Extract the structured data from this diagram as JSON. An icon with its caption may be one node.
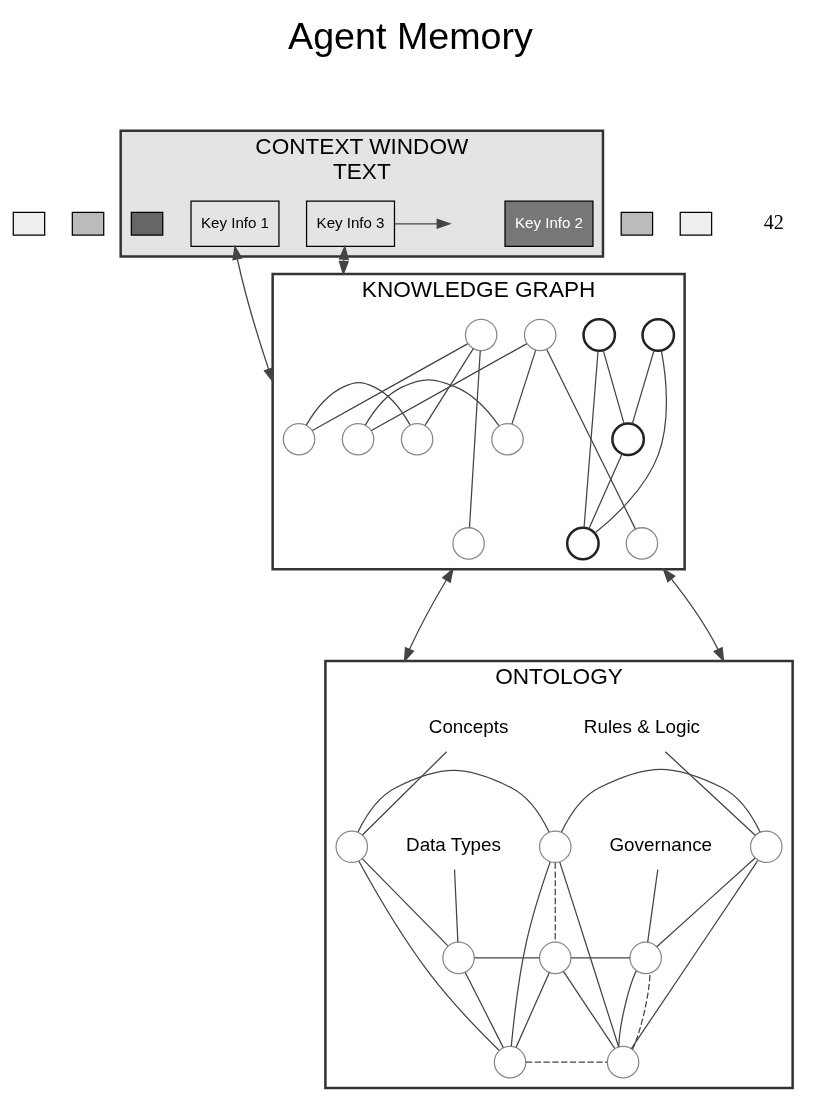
{
  "diagram": {
    "title": "Agent Memory",
    "nodes": [
      {
        "text": [],
        "shape": "box"
      },
      {
        "text": [],
        "shape": "box"
      },
      {
        "text": [
          "CONTEXT WINDOW",
          "TEXT"
        ]
      },
      {
        "text": [],
        "shape": "box",
        "in": 2
      },
      {
        "text": [
          "Key Info 1"
        ],
        "in": 2
      },
      {
        "text": [
          "Key Info 2"
        ],
        "in": 2
      },
      {
        "text": [
          "Key Info 3"
        ],
        "in": 2
      },
      {
        "text": [],
        "shape": "box"
      },
      {
        "text": [],
        "shape": "box"
      },
      {
        "text": [
          "KNOWLEDGE GRAPH"
        ]
      },
      {
        "text": [],
        "shape": "circle",
        "in": 9
      },
      {
        "text": [],
        "shape": "circle",
        "in": 9
      },
      {
        "text": [],
        "shape": "circle",
        "in": 9
      },
      {
        "text": [],
        "shape": "circle",
        "in": 9
      },
      {
        "text": [],
        "shape": "circle",
        "in": 9
      },
      {
        "text": [],
        "shape": "circle",
        "in": 9
      },
      {
        "text": [],
        "shape": "circle",
        "in": 9
      },
      {
        "text": [],
        "shape": "circle",
        "in": 9
      },
      {
        "text": [],
        "shape": "circle",
        "in": 9
      },
      {
        "text": [],
        "shape": "circle",
        "in": 9
      },
      {
        "text": [],
        "shape": "circle",
        "in": 9
      },
      {
        "text": [],
        "shape": "circle",
        "in": 9
      },
      {
        "text": [
          "ONTOLOGY"
        ]
      },
      {
        "text": [],
        "shape": "circle",
        "in": 22
      },
      {
        "text": [],
        "shape": "circle",
        "in": 22
      },
      {
        "text": [],
        "shape": "circle",
        "in": 22
      },
      {
        "text": [],
        "shape": "circle",
        "in": 22
      },
      {
        "text": [],
        "shape": "circle",
        "in": 22
      },
      {
        "text": [],
        "shape": "circle",
        "in": 22
      },
      {
        "text": [],
        "shape": "circle",
        "in": 22
      },
      {
        "text": [],
        "shape": "circle",
        "in": 22
      },
      {
        "text": [
          "Concepts"
        ],
        "in": 22
      },
      {
        "text": [
          "Data Types"
        ],
        "in": 22
      },
      {
        "text": [
          "Rules & Logic"
        ],
        "in": 22
      },
      {
        "text": [
          "Governance"
        ],
        "in": 22
      }
    ],
    "edges": [
      {
        "from": 6,
        "to": null,
        "arrow": "to"
      },
      {
        "from": 4,
        "to": 9,
        "arrow": "both"
      },
      {
        "from": 6,
        "to": 9,
        "arrow": "both"
      },
      {
        "from": 11,
        "to": 14,
        "arrow": "none"
      },
      {
        "from": 11,
        "to": 10,
        "arrow": "none"
      },
      {
        "from": 10,
        "to": 14,
        "arrow": "none"
      },
      {
        "from": 10,
        "to": 12,
        "arrow": "none"
      },
      {
        "from": 13,
        "to": 15,
        "arrow": "none"
      },
      {
        "from": 15,
        "to": 16,
        "arrow": "none"
      },
      {
        "from": 15,
        "to": 18,
        "arrow": "none"
      },
      {
        "from": 13,
        "to": 16,
        "arrow": "none"
      },
      {
        "from": 16,
        "to": 18,
        "arrow": "none"
      },
      {
        "from": 17,
        "to": 21,
        "arrow": "none"
      },
      {
        "from": 17,
        "to": 20,
        "arrow": "none"
      },
      {
        "from": 21,
        "to": 20,
        "arrow": "none"
      },
      {
        "from": 20,
        "to": 19,
        "arrow": "none"
      },
      {
        "from": 9,
        "to": 22,
        "arrow": "both"
      },
      {
        "from": 9,
        "to": 22,
        "arrow": "both"
      },
      {
        "from": 23,
        "to": 26,
        "arrow": "none"
      },
      {
        "from": 26,
        "to": 29,
        "arrow": "none"
      },
      {
        "from": 24,
        "to": 27,
        "arrow": "none"
      },
      {
        "from": 27,
        "to": 30,
        "arrow": "none"
      },
      {
        "from": 23,
        "to": 24,
        "arrow": "none"
      },
      {
        "from": 29,
        "to": 30,
        "arrow": "none"
      },
      {
        "from": 23,
        "to": 25,
        "arrow": "none"
      },
      {
        "from": 25,
        "to": 27,
        "arrow": "none"
      },
      {
        "from": 24,
        "to": 25,
        "arrow": "none"
      },
      {
        "from": 25,
        "to": 26,
        "arrow": "none"
      },
      {
        "from": 26,
        "to": 28,
        "arrow": "none"
      },
      {
        "from": 28,
        "to": 30,
        "arrow": "none"
      },
      {
        "from": 28,
        "to": 29,
        "arrow": "none"
      },
      {
        "from": 27,
        "to": 28,
        "arrow": "none"
      },
      {
        "from": 26,
        "to": 27,
        "arrow": "none",
        "style": "dashed"
      },
      {
        "from": 25,
        "to": 28,
        "arrow": "none",
        "style": "dashed"
      },
      {
        "from": 28,
        "to": 30,
        "arrow": "none",
        "style": "dashed"
      },
      {
        "from": 31,
        "to": 23,
        "arrow": "none"
      },
      {
        "from": 32,
        "to": 24,
        "arrow": "none"
      },
      {
        "from": 33,
        "to": 29,
        "arrow": "none"
      },
      {
        "from": 34,
        "to": 30,
        "arrow": "none"
      }
    ],
    "labels": [
      "42"
    ]
  }
}
